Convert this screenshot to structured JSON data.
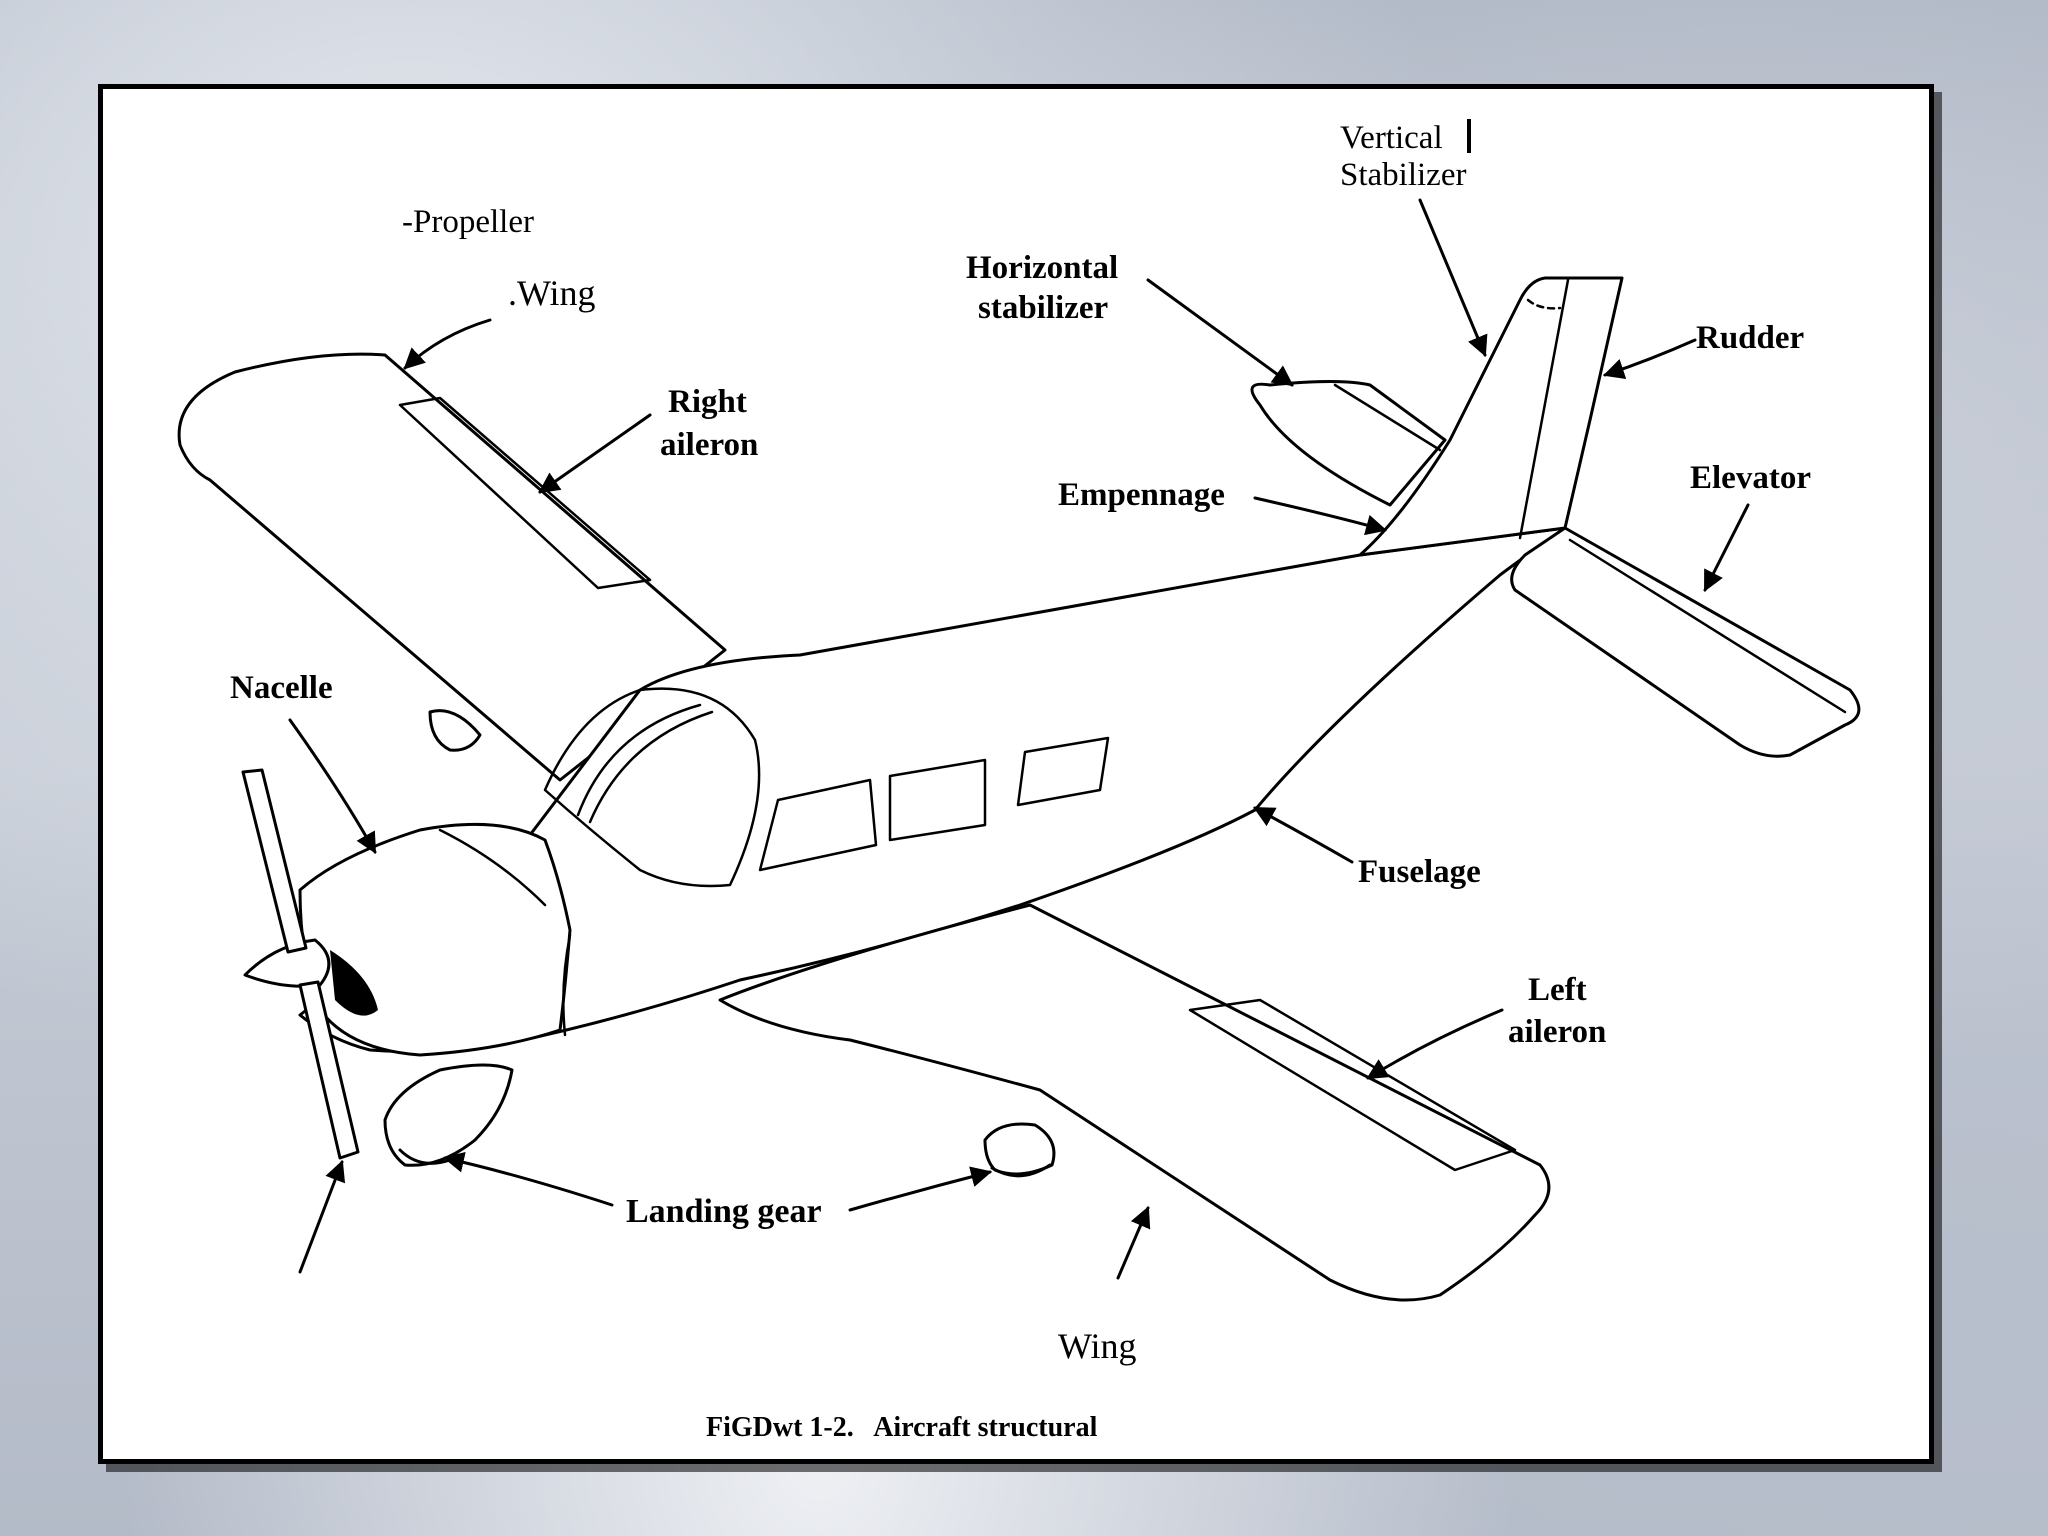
{
  "labels": {
    "vertical": "Vertical",
    "stabilizer": "Stabilizer",
    "propeller": "-Propeller",
    "wing_top": ".Wing",
    "horizontal": "Horizontal",
    "stabilizer_lc": "stabilizer",
    "rudder": "Rudder",
    "right": "Right",
    "aileron_right": "aileron",
    "empennage": "Empennage",
    "elevator": "Elevator",
    "nacelle": "Nacelle",
    "fuselage": "Fuselage",
    "left": "Left",
    "aileron_left": "aileron",
    "landing_gear": "Landing gear",
    "wing_bottom": "Wing"
  },
  "caption": "FiGDwt 1-2.   Aircraft structural",
  "colors": {
    "frame": "#000000",
    "paper": "#ffffff"
  }
}
